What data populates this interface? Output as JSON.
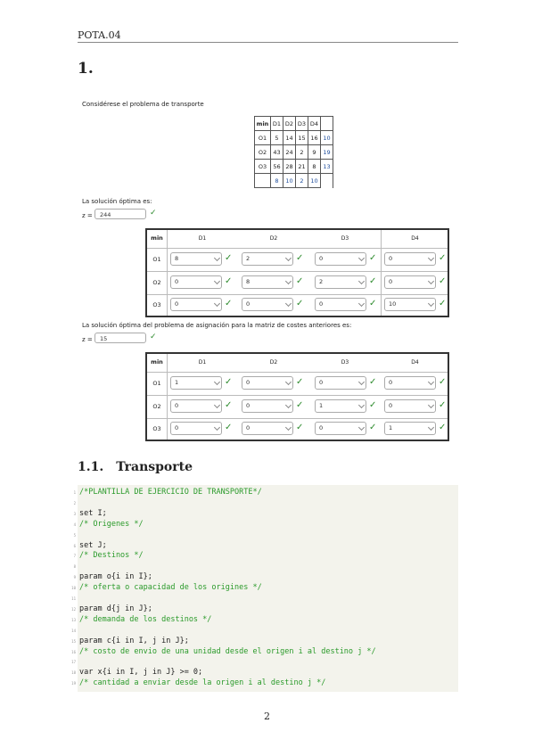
{
  "header": {
    "title": "POTA.04"
  },
  "section": {
    "number": "1."
  },
  "intro": "Considérese el problema de transporte",
  "cost_table": {
    "corner": "min",
    "cols": [
      "D1",
      "D2",
      "D3",
      "D4"
    ],
    "rows": [
      {
        "label": "O1",
        "cells": [
          "5",
          "14",
          "15",
          "16"
        ],
        "supply": "10"
      },
      {
        "label": "O2",
        "cells": [
          "43",
          "24",
          "2",
          "9"
        ],
        "supply": "19"
      },
      {
        "label": "O3",
        "cells": [
          "56",
          "28",
          "21",
          "8"
        ],
        "supply": "13"
      }
    ],
    "demand": [
      "8",
      "10",
      "2",
      "10"
    ]
  },
  "transport": {
    "label": "La solución óptima es:",
    "z_label": "z =",
    "z_value": "244",
    "corner": "min",
    "cols": [
      "D1",
      "D2",
      "D3",
      "D4"
    ],
    "rows": [
      {
        "label": "O1",
        "values": [
          "8",
          "2",
          "0",
          "0"
        ]
      },
      {
        "label": "O2",
        "values": [
          "0",
          "8",
          "2",
          "0"
        ]
      },
      {
        "label": "O3",
        "values": [
          "0",
          "0",
          "0",
          "10"
        ]
      }
    ]
  },
  "assignment": {
    "label": "La solución óptima del problema de asignación para la matriz de costes anteriores es:",
    "z_label": "z =",
    "z_value": "15",
    "corner": "min",
    "cols": [
      "D1",
      "D2",
      "D3",
      "D4"
    ],
    "rows": [
      {
        "label": "O1",
        "values": [
          "1",
          "0",
          "0",
          "0"
        ]
      },
      {
        "label": "O2",
        "values": [
          "0",
          "0",
          "1",
          "0"
        ]
      },
      {
        "label": "O3",
        "values": [
          "0",
          "0",
          "0",
          "1"
        ]
      }
    ]
  },
  "subsection": {
    "number": "1.1.",
    "title": "Transporte"
  },
  "code_lines": [
    {
      "n": "1",
      "text": "/*PLANTILLA DE EJERCICIO DE TRANSPORTE*/",
      "type": "comment"
    },
    {
      "n": "2",
      "text": "",
      "type": "code"
    },
    {
      "n": "3",
      "text": "set I;",
      "type": "code"
    },
    {
      "n": "4",
      "text": "/* Origenes */",
      "type": "comment"
    },
    {
      "n": "5",
      "text": "",
      "type": "code"
    },
    {
      "n": "6",
      "text": "set J;",
      "type": "code"
    },
    {
      "n": "7",
      "text": "/* Destinos */",
      "type": "comment"
    },
    {
      "n": "8",
      "text": "",
      "type": "code"
    },
    {
      "n": "9",
      "text": "param o{i in I};",
      "type": "code"
    },
    {
      "n": "10",
      "text": "/* oferta o capacidad de los origines */",
      "type": "comment"
    },
    {
      "n": "11",
      "text": "",
      "type": "code"
    },
    {
      "n": "12",
      "text": "param d{j in J};",
      "type": "code"
    },
    {
      "n": "13",
      "text": "/* demanda de los destinos */",
      "type": "comment"
    },
    {
      "n": "14",
      "text": "",
      "type": "code"
    },
    {
      "n": "15",
      "text": "param c{i in I, j in J};",
      "type": "code"
    },
    {
      "n": "16",
      "text": "/* costo de envio de una unidad desde el origen i al destino j */",
      "type": "comment"
    },
    {
      "n": "17",
      "text": "",
      "type": "code"
    },
    {
      "n": "18",
      "text": "var x{i in I, j in J} >= 0;",
      "type": "code"
    },
    {
      "n": "19",
      "text": "/* cantidad a enviar desde la origen i al destino j */",
      "type": "comment"
    }
  ],
  "page_number": "2",
  "colors": {
    "check": "#2e8b2e",
    "comment": "#2a9a2a",
    "code_bg": "#f3f3ec"
  }
}
